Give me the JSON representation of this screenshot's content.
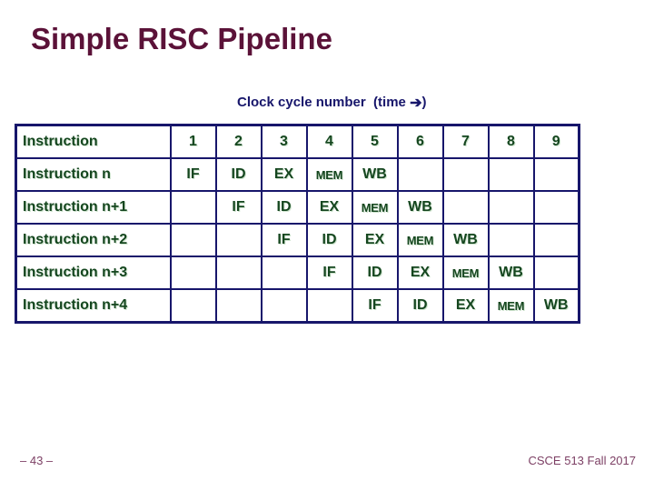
{
  "slide": {
    "title": "Simple RISC Pipeline",
    "subtitle_prefix": "Clock cycle number  (time ",
    "subtitle_arrow": "➔",
    "subtitle_suffix": ")"
  },
  "table": {
    "header": [
      "Instruction",
      "1",
      "2",
      "3",
      "4",
      "5",
      "6",
      "7",
      "8",
      "9"
    ],
    "rows": [
      {
        "label": "Instruction n",
        "cells": [
          "IF",
          "ID",
          "EX",
          "MEM",
          "WB",
          "",
          "",
          "",
          ""
        ]
      },
      {
        "label": "Instruction n+1",
        "cells": [
          "",
          "IF",
          "ID",
          "EX",
          "MEM",
          "WB",
          "",
          "",
          ""
        ]
      },
      {
        "label": "Instruction n+2",
        "cells": [
          "",
          "",
          "IF",
          "ID",
          "EX",
          "MEM",
          "WB",
          "",
          ""
        ]
      },
      {
        "label": "Instruction n+3",
        "cells": [
          "",
          "",
          "",
          "IF",
          "ID",
          "EX",
          "MEM",
          "WB",
          ""
        ]
      },
      {
        "label": "Instruction n+4",
        "cells": [
          "",
          "",
          "",
          "",
          "IF",
          "ID",
          "EX",
          "MEM",
          "WB"
        ]
      }
    ]
  },
  "footer": {
    "page_number": "– 43 –",
    "course": "CSCE 513 Fall 2017"
  },
  "colors": {
    "title": "#5b1238",
    "navy": "#17166b",
    "green": "#15461f",
    "footer": "#7d4065"
  }
}
